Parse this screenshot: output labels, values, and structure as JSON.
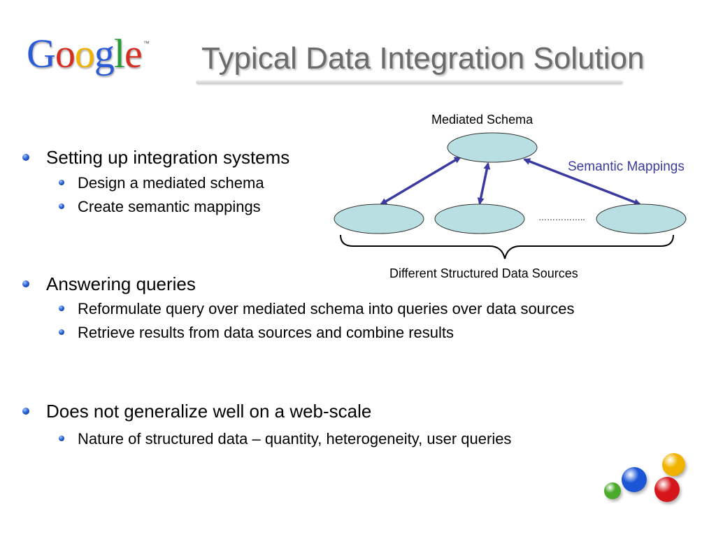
{
  "logo": {
    "letters": [
      {
        "ch": "G",
        "color": "#2b5bd7"
      },
      {
        "ch": "o",
        "color": "#d62d20"
      },
      {
        "ch": "o",
        "color": "#f0b400"
      },
      {
        "ch": "g",
        "color": "#2b5bd7"
      },
      {
        "ch": "l",
        "color": "#2a9a3a"
      },
      {
        "ch": "e",
        "color": "#d62d20"
      }
    ],
    "tm": "™"
  },
  "slide": {
    "title": "Typical Data Integration Solution",
    "bullets": [
      {
        "text": "Setting up integration systems",
        "subs": [
          "Design a mediated schema",
          "Create semantic mappings"
        ]
      },
      {
        "text": "Answering queries",
        "subs": [
          "Reformulate query over mediated schema into queries over data sources",
          "Retrieve results from data sources and combine results"
        ]
      },
      {
        "text": "Does not generalize well on a web-scale",
        "subs": [
          "Nature of structured data – quantity, heterogeneity, user queries"
        ]
      }
    ]
  },
  "diagram": {
    "top_label": "Mediated Schema",
    "mapping_label": "Semantic Mappings",
    "ellipsis": "……………..",
    "bottom_label": "Different Structured Data Sources",
    "node_fill": "#b9dfe2",
    "arrow_color": "#3a3aa0"
  },
  "decor": {
    "balls": [
      "#f0b400",
      "#1a55d6",
      "#d6151b",
      "#4aaa2a"
    ]
  }
}
